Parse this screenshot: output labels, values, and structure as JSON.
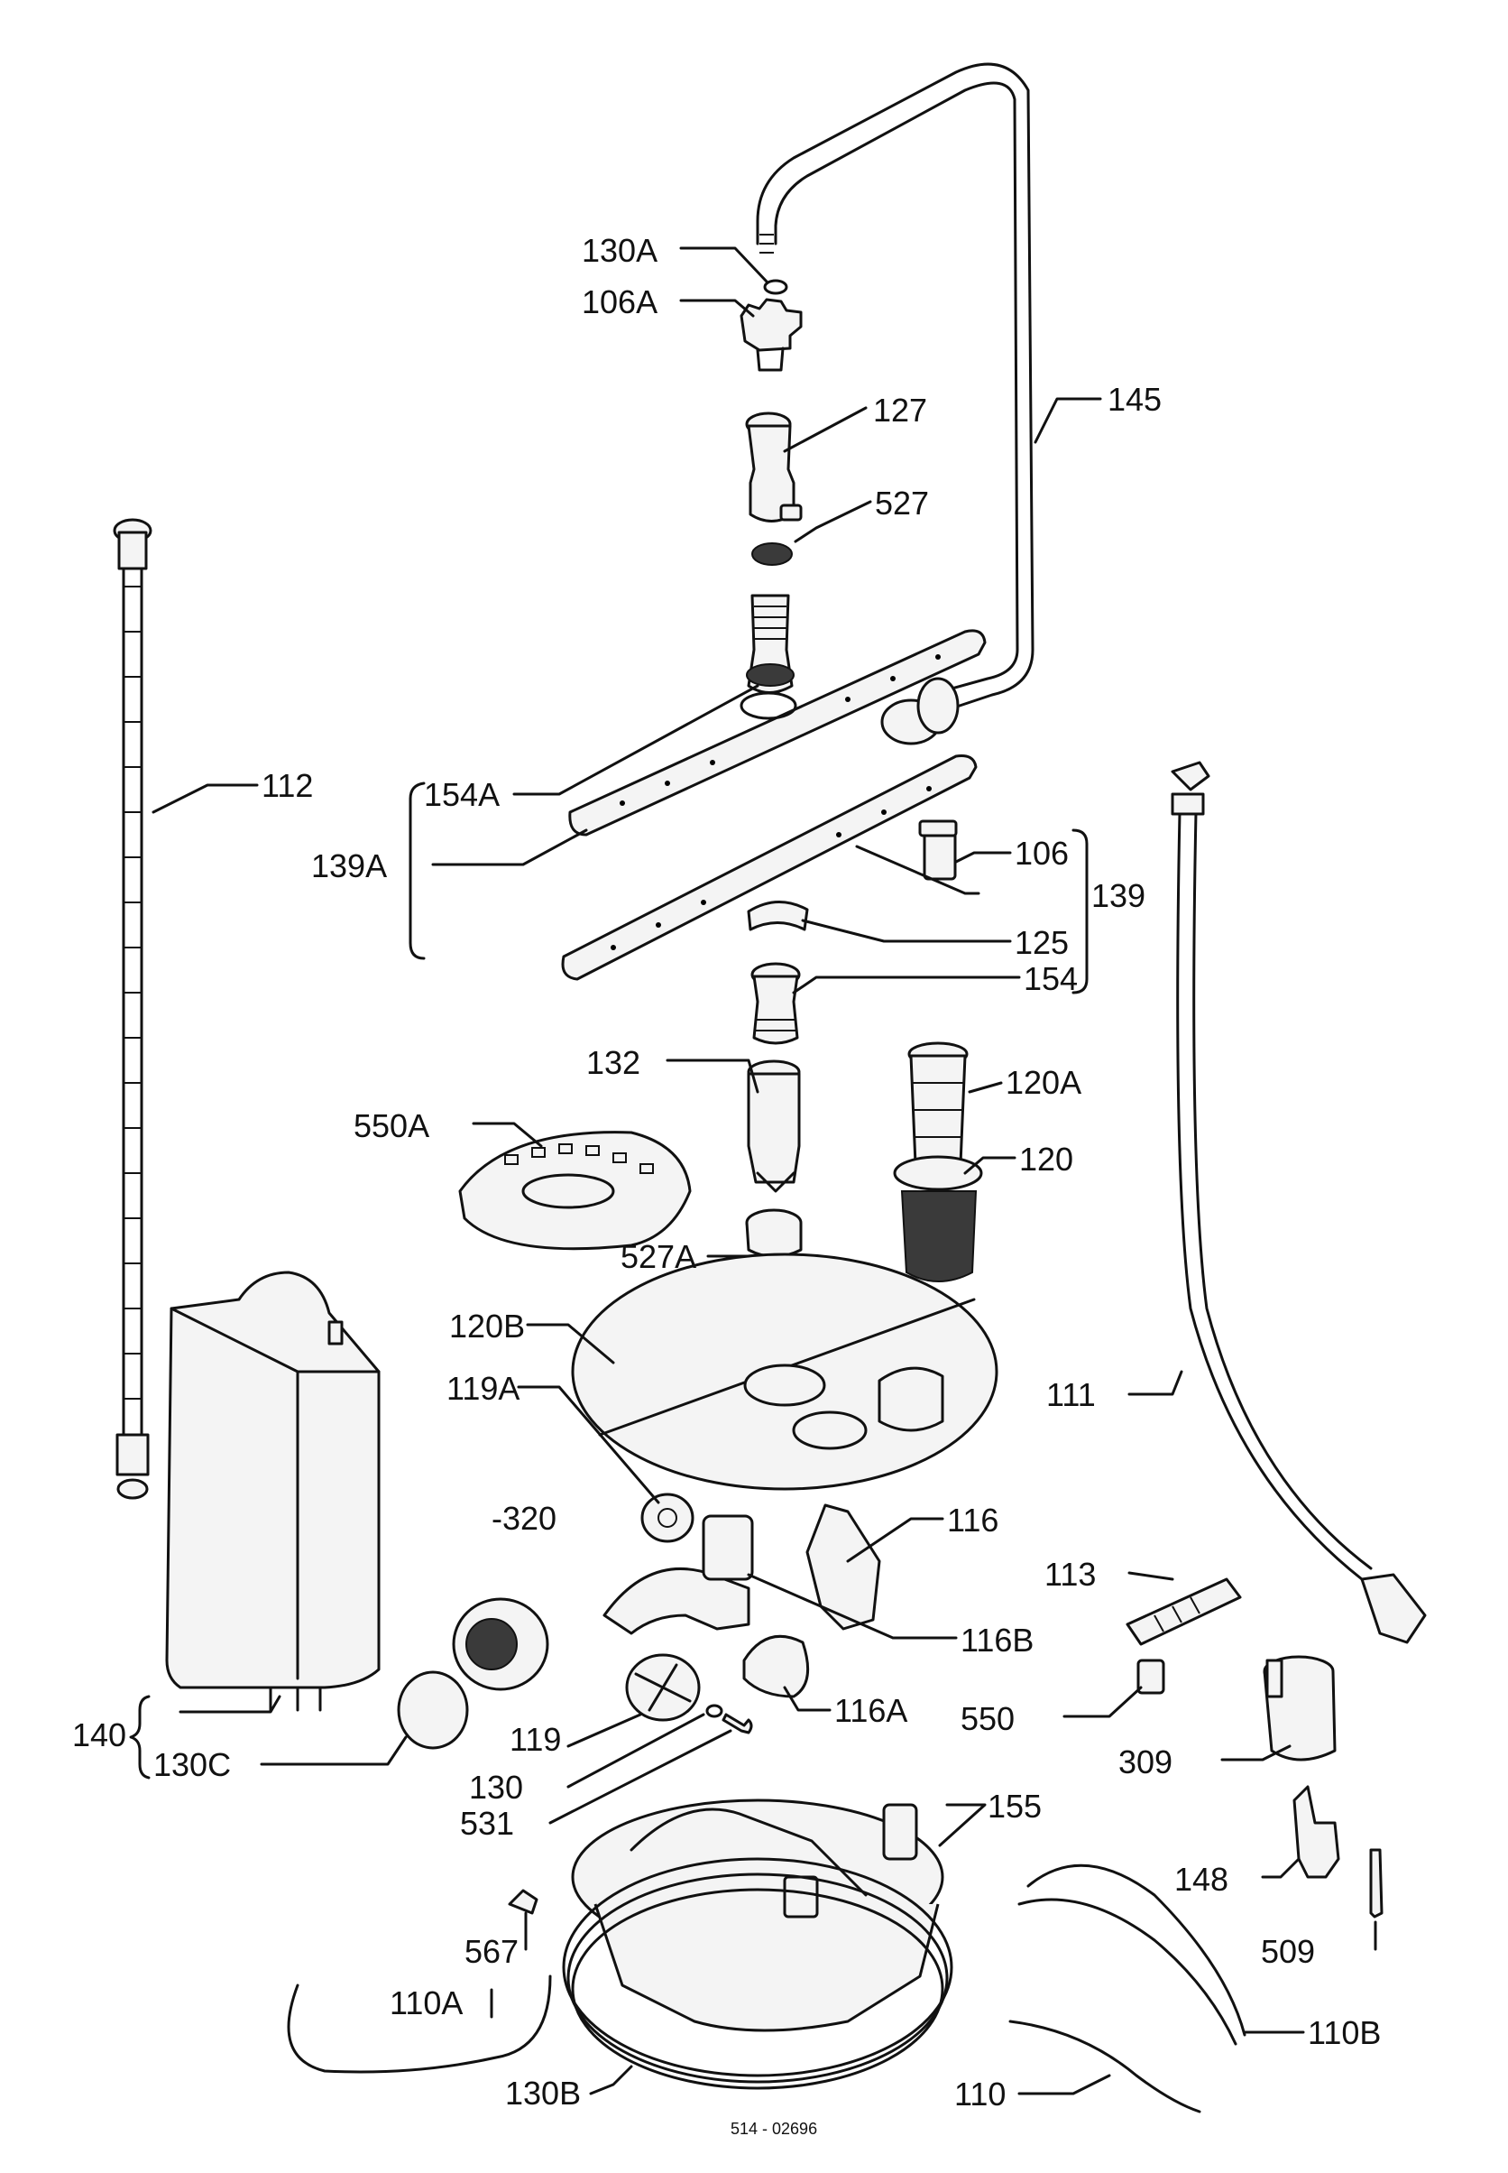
{
  "labels": {
    "l_130A": "130A",
    "l_106A": "106A",
    "l_127": "127",
    "l_145": "145",
    "l_527": "527",
    "l_112": "112",
    "l_154A": "154A",
    "l_139A": "139A",
    "l_106": "106",
    "l_139": "139",
    "l_125": "125",
    "l_154": "154",
    "l_132": "132",
    "l_120A": "120A",
    "l_550A": "550A",
    "l_120": "120",
    "l_527A": "527A",
    "l_120B": "120B",
    "l_111": "111",
    "l_119A": "119A",
    "l_320": "-320",
    "l_116": "116",
    "l_113": "113",
    "l_116B": "116B",
    "l_116A": "116A",
    "l_550": "550",
    "l_140": "140",
    "l_130C": "130C",
    "l_119": "119",
    "l_130": "130",
    "l_309": "309",
    "l_531": "531",
    "l_155": "155",
    "l_148": "148",
    "l_567": "567",
    "l_509": "509",
    "l_110A": "110A",
    "l_110B": "110B",
    "l_110": "110",
    "l_130B": "130B",
    "drawing_ref": "514 - 02696"
  }
}
